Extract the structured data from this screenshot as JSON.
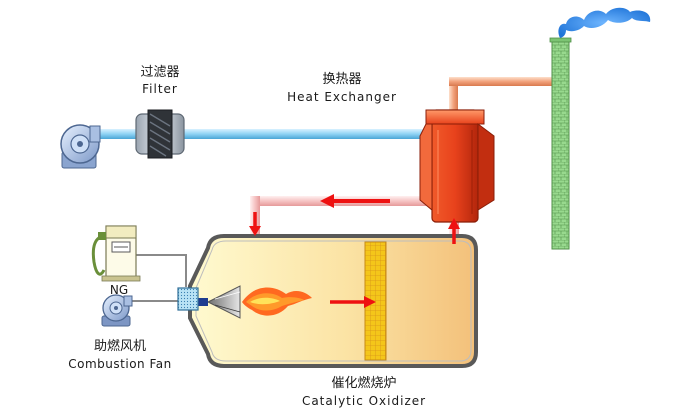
{
  "labels": {
    "filter": {
      "cn": "过滤器",
      "en": "Filter"
    },
    "heat_exchanger": {
      "cn": "换热器",
      "en": "Heat Exchanger"
    },
    "ng": "NG",
    "combustion_fan": {
      "cn": "助燃风机",
      "en": "Combustion Fan"
    },
    "catalytic_oxidizer": {
      "cn": "催化燃烧炉",
      "en": "Catalytic Oxidizer"
    }
  },
  "colors": {
    "inlet_pipe": "#8fd3f4",
    "hot_pipe": "#f2a27c",
    "return_pipe": "#f6c4c4",
    "flow_arrow": "#ee1111",
    "heat_exchanger": "#e8421c",
    "oxidizer_fill_start": "#fffad0",
    "oxidizer_fill_end": "#f3c07a",
    "catalyst_bed": "#f4c61a",
    "stack": "#98d98e",
    "smoke": "#2f8ee8"
  }
}
